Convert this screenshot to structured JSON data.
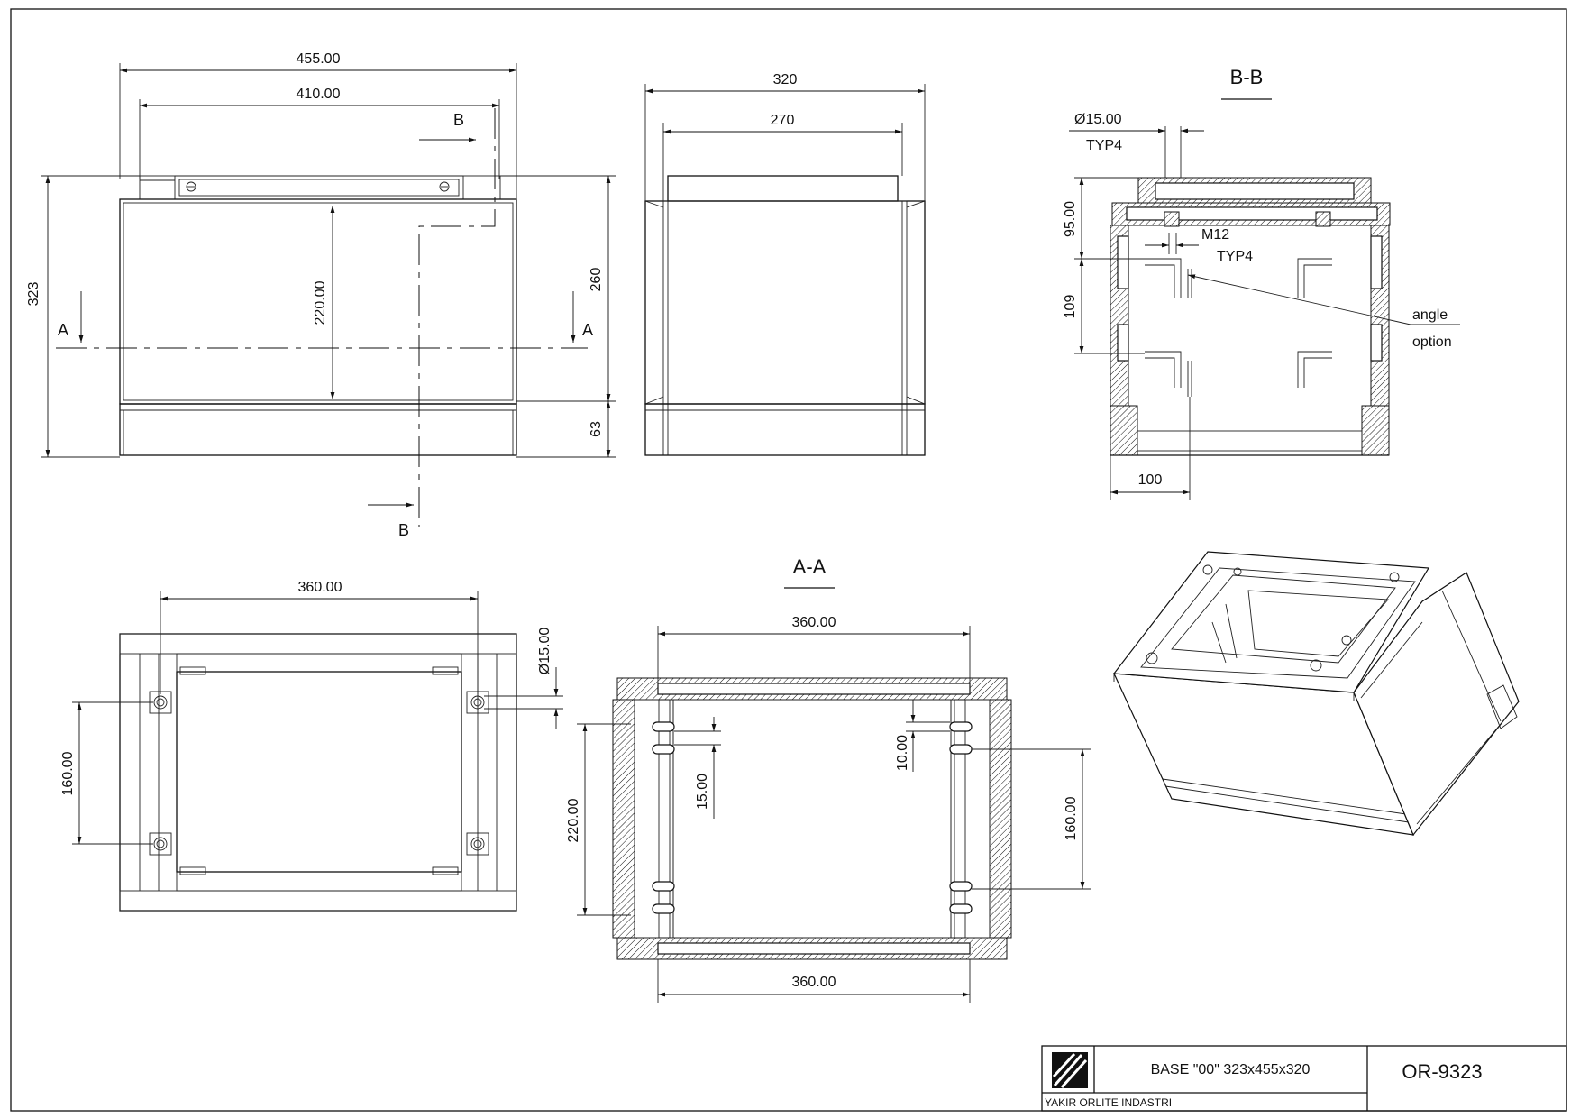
{
  "sheet": {
    "colors": {
      "line": "#111111",
      "background": "#ffffff"
    }
  },
  "front_view": {
    "overall_width": "455.00",
    "inner_width": "410.00",
    "overall_height": "323",
    "window_height": "220.00",
    "upper_height": "260",
    "base_height": "63",
    "section_a_mark": "A",
    "section_b_mark": "B"
  },
  "side_view": {
    "overall_depth": "320",
    "inner_depth": "270"
  },
  "section_bb": {
    "title": "B-B",
    "hole_diameter": "Ø15.00",
    "hole_count": "TYP4",
    "thread": "M12",
    "thread_count": "TYP4",
    "top_height": "95.00",
    "rail_spacing": "109",
    "offset": "100",
    "callout_line1": "angle",
    "callout_line2": "option"
  },
  "bottom_view": {
    "hole_spacing_x": "360.00",
    "hole_spacing_y": "160.00",
    "hole_diameter": "Ø15.00"
  },
  "section_aa": {
    "title": "A-A",
    "top_width": "360.00",
    "bottom_width": "360.00",
    "inner_height": "220.00",
    "slot_pitch": "15.00",
    "slot_width": "10.00",
    "rail_spacing": "160.00"
  },
  "title_block": {
    "description": "BASE \"00\" 323x455x320",
    "part_number": "OR-9323",
    "company": "YAKIR ORLITE INDASTRI",
    "logo": "striped-square-logo"
  }
}
